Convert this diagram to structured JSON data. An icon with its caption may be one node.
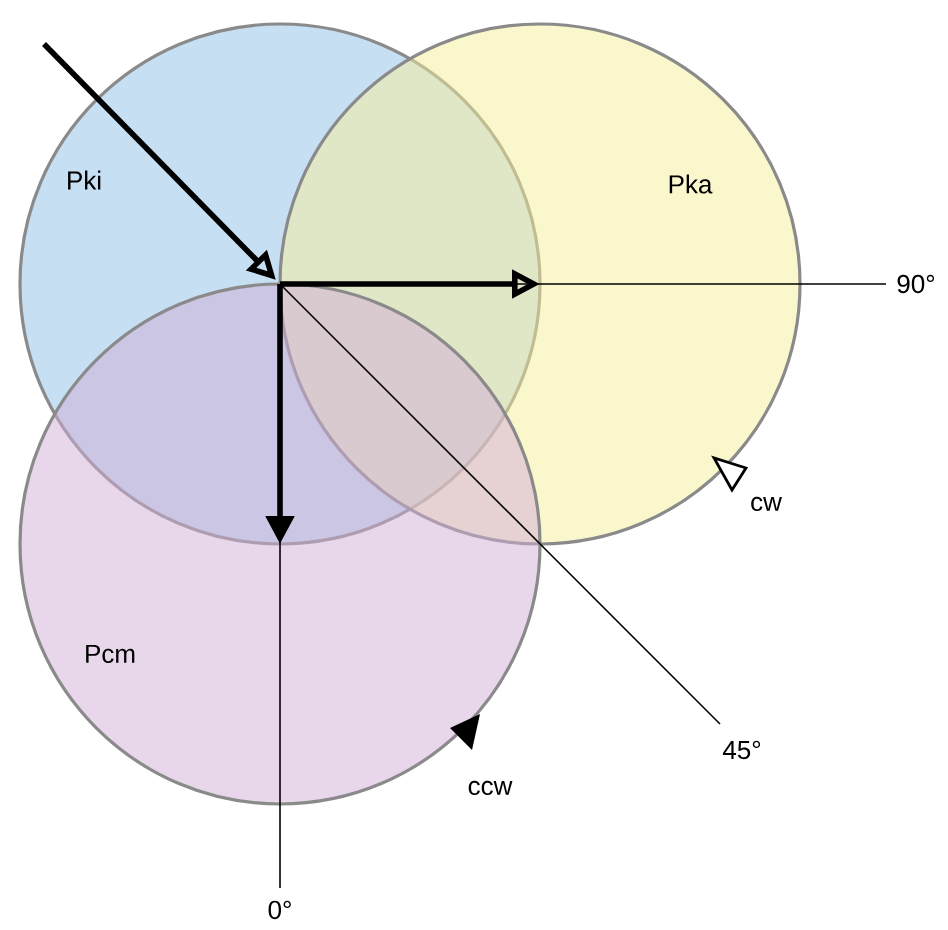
{
  "diagram": {
    "nodes": [
      {
        "text": [
          "Pki"
        ]
      },
      {
        "text": [
          "Pka"
        ]
      },
      {
        "text": [
          "Pcm"
        ]
      }
    ],
    "labels": [
      "90°",
      "cw",
      "45°",
      "ccw",
      "0°"
    ]
  }
}
